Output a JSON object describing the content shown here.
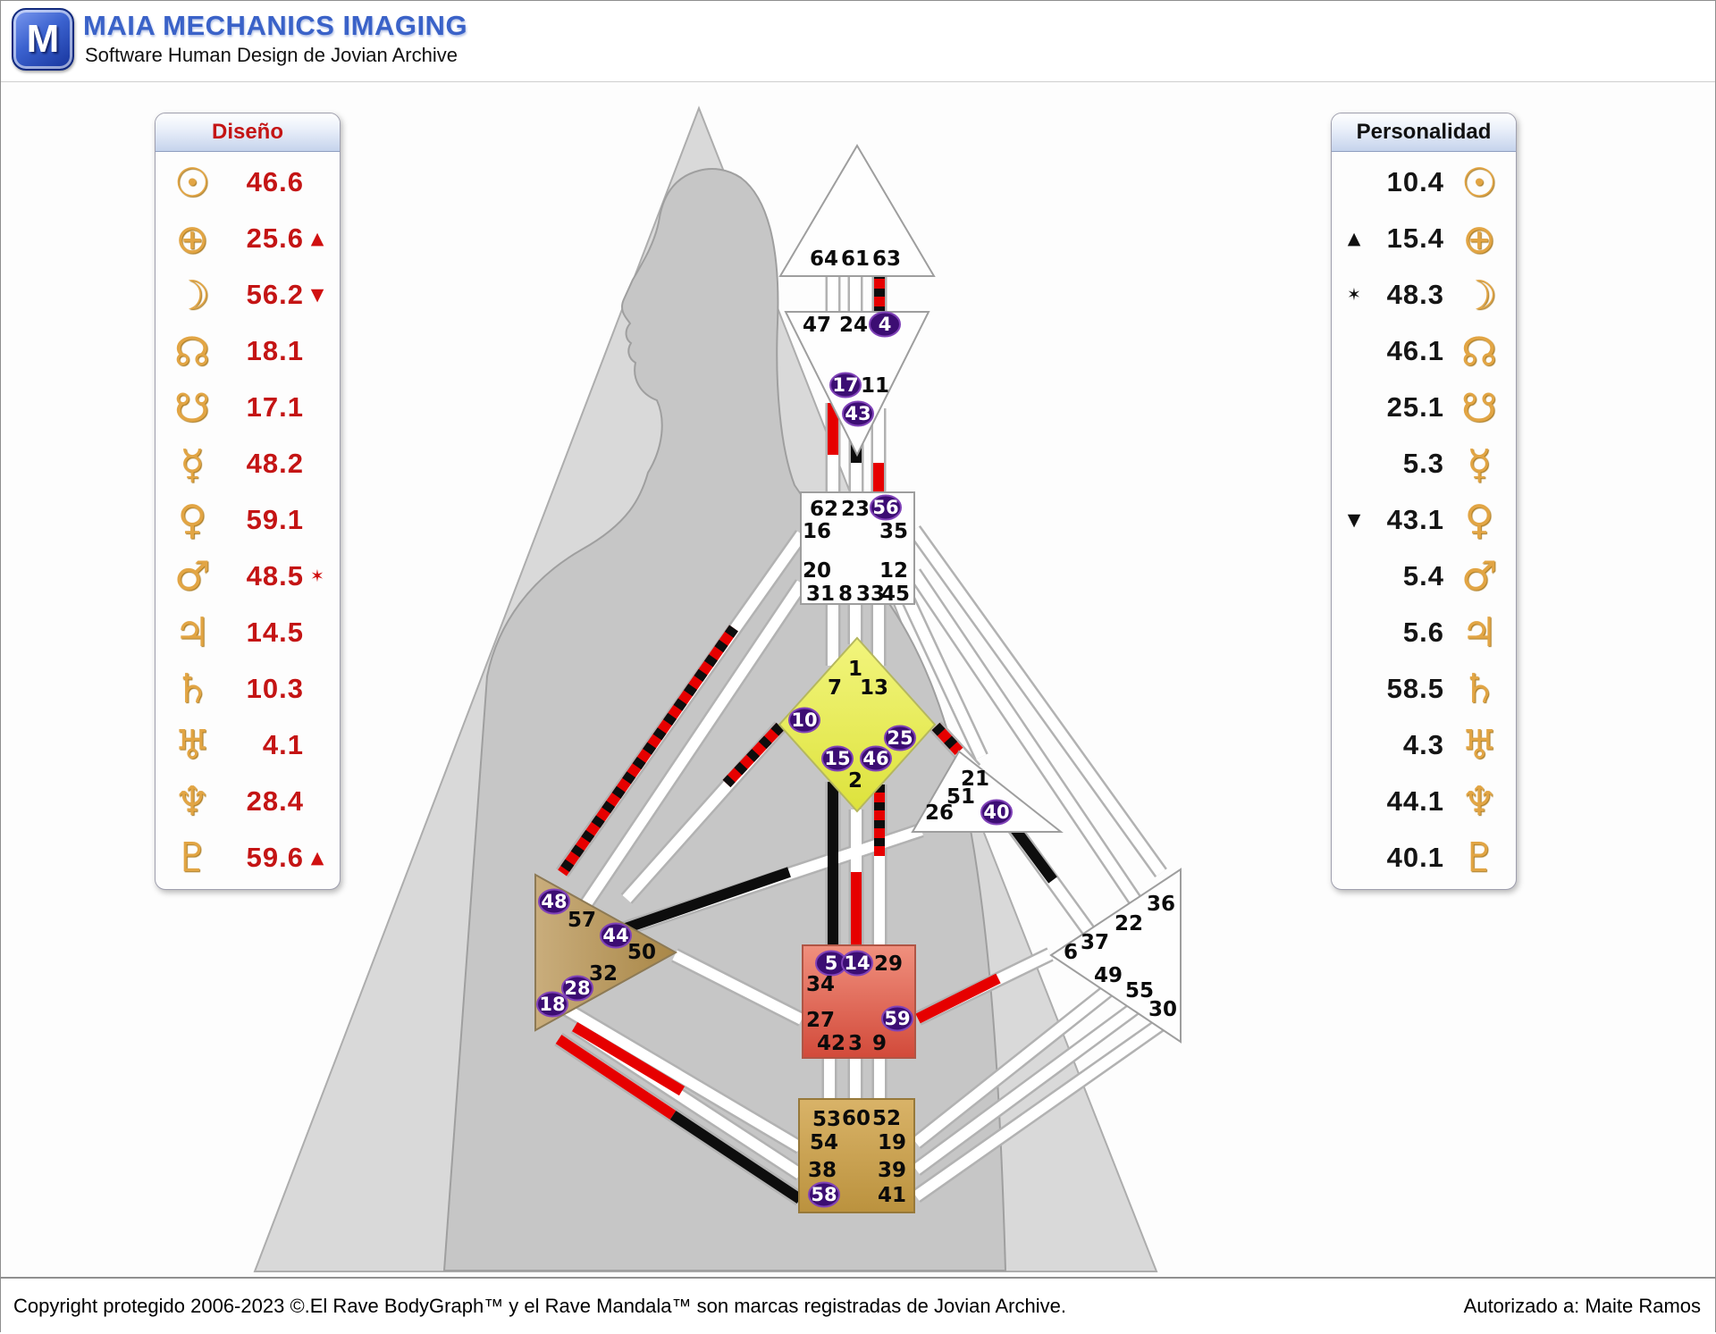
{
  "header": {
    "logo_letter": "M",
    "title": "MAIA MECHANICS IMAGING",
    "subtitle": "Software Human Design de Jovian Archive"
  },
  "design_panel": {
    "title": "Diseño",
    "value_color": "#c41414",
    "rows": [
      {
        "planet": "sun",
        "glyph": "☉",
        "value": "46.6"
      },
      {
        "planet": "earth",
        "glyph": "⊕",
        "value": "25.6",
        "marker": "▲"
      },
      {
        "planet": "moon",
        "glyph": "☽",
        "value": "56.2",
        "marker": "▼"
      },
      {
        "planet": "north-node",
        "glyph": "☊",
        "value": "18.1"
      },
      {
        "planet": "south-node",
        "glyph": "☋",
        "value": "17.1"
      },
      {
        "planet": "mercury",
        "glyph": "☿",
        "value": "48.2"
      },
      {
        "planet": "venus",
        "glyph": "♀",
        "value": "59.1"
      },
      {
        "planet": "mars",
        "glyph": "♂",
        "value": "48.5",
        "marker": "✶"
      },
      {
        "planet": "jupiter",
        "glyph": "♃",
        "value": "14.5"
      },
      {
        "planet": "saturn",
        "glyph": "♄",
        "value": "10.3"
      },
      {
        "planet": "uranus",
        "glyph": "♅",
        "value": "4.1"
      },
      {
        "planet": "neptune",
        "glyph": "♆",
        "value": "28.4"
      },
      {
        "planet": "pluto",
        "glyph": "♇",
        "value": "59.6",
        "marker": "▲"
      }
    ]
  },
  "personality_panel": {
    "title": "Personalidad",
    "value_color": "#151515",
    "rows": [
      {
        "planet": "sun",
        "glyph": "☉",
        "value": "10.4"
      },
      {
        "planet": "earth",
        "glyph": "⊕",
        "value": "15.4",
        "marker": "▲"
      },
      {
        "planet": "moon",
        "glyph": "☽",
        "value": "48.3",
        "marker": "✶"
      },
      {
        "planet": "north-node",
        "glyph": "☊",
        "value": "46.1"
      },
      {
        "planet": "south-node",
        "glyph": "☋",
        "value": "25.1"
      },
      {
        "planet": "mercury",
        "glyph": "☿",
        "value": "5.3"
      },
      {
        "planet": "venus",
        "glyph": "♀",
        "value": "43.1",
        "marker": "▼"
      },
      {
        "planet": "mars",
        "glyph": "♂",
        "value": "5.4"
      },
      {
        "planet": "jupiter",
        "glyph": "♃",
        "value": "5.6"
      },
      {
        "planet": "saturn",
        "glyph": "♄",
        "value": "58.5"
      },
      {
        "planet": "uranus",
        "glyph": "♅",
        "value": "4.3"
      },
      {
        "planet": "neptune",
        "glyph": "♆",
        "value": "44.1"
      },
      {
        "planet": "pluto",
        "glyph": "♇",
        "value": "40.1"
      }
    ]
  },
  "bodygraph": {
    "head": [
      "64",
      "61",
      "63"
    ],
    "ajna": [
      "47",
      "24",
      "4",
      "17",
      "11",
      "43"
    ],
    "throat": [
      "62",
      "23",
      "56",
      "16",
      "35",
      "20",
      "12",
      "31",
      "8",
      "33",
      "45"
    ],
    "g": [
      "1",
      "7",
      "13",
      "10",
      "25",
      "15",
      "46",
      "2"
    ],
    "heart": [
      "21",
      "51",
      "26",
      "40"
    ],
    "spleen": [
      "48",
      "57",
      "44",
      "50",
      "32",
      "28",
      "18"
    ],
    "sacral": [
      "5",
      "14",
      "29",
      "34",
      "27",
      "59",
      "42",
      "3",
      "9"
    ],
    "solar_plexus": [
      "36",
      "22",
      "37",
      "6",
      "49",
      "55",
      "30"
    ],
    "root": [
      "53",
      "60",
      "52",
      "54",
      "19",
      "38",
      "39",
      "58",
      "41"
    ],
    "activated_gates": [
      "4",
      "17",
      "43",
      "56",
      "10",
      "15",
      "25",
      "46",
      "40",
      "48",
      "44",
      "28",
      "18",
      "5",
      "14",
      "59",
      "58"
    ],
    "colors": {
      "design_activation": "#e60000",
      "personality_activation": "#0d0d0d",
      "activation_circle": "#3c0d73",
      "g_center": "#eaee62",
      "sacral_center": "#dd5a48",
      "root_center": "#cda353",
      "spleen_center": "#bb9a62"
    }
  },
  "footer": {
    "copyright": "Copyright protegido 2006-2023 ©.El Rave BodyGraph™ y el Rave Mandala™ son marcas registradas de Jovian Archive.",
    "authorized": "Autorizado a: Maite Ramos"
  }
}
